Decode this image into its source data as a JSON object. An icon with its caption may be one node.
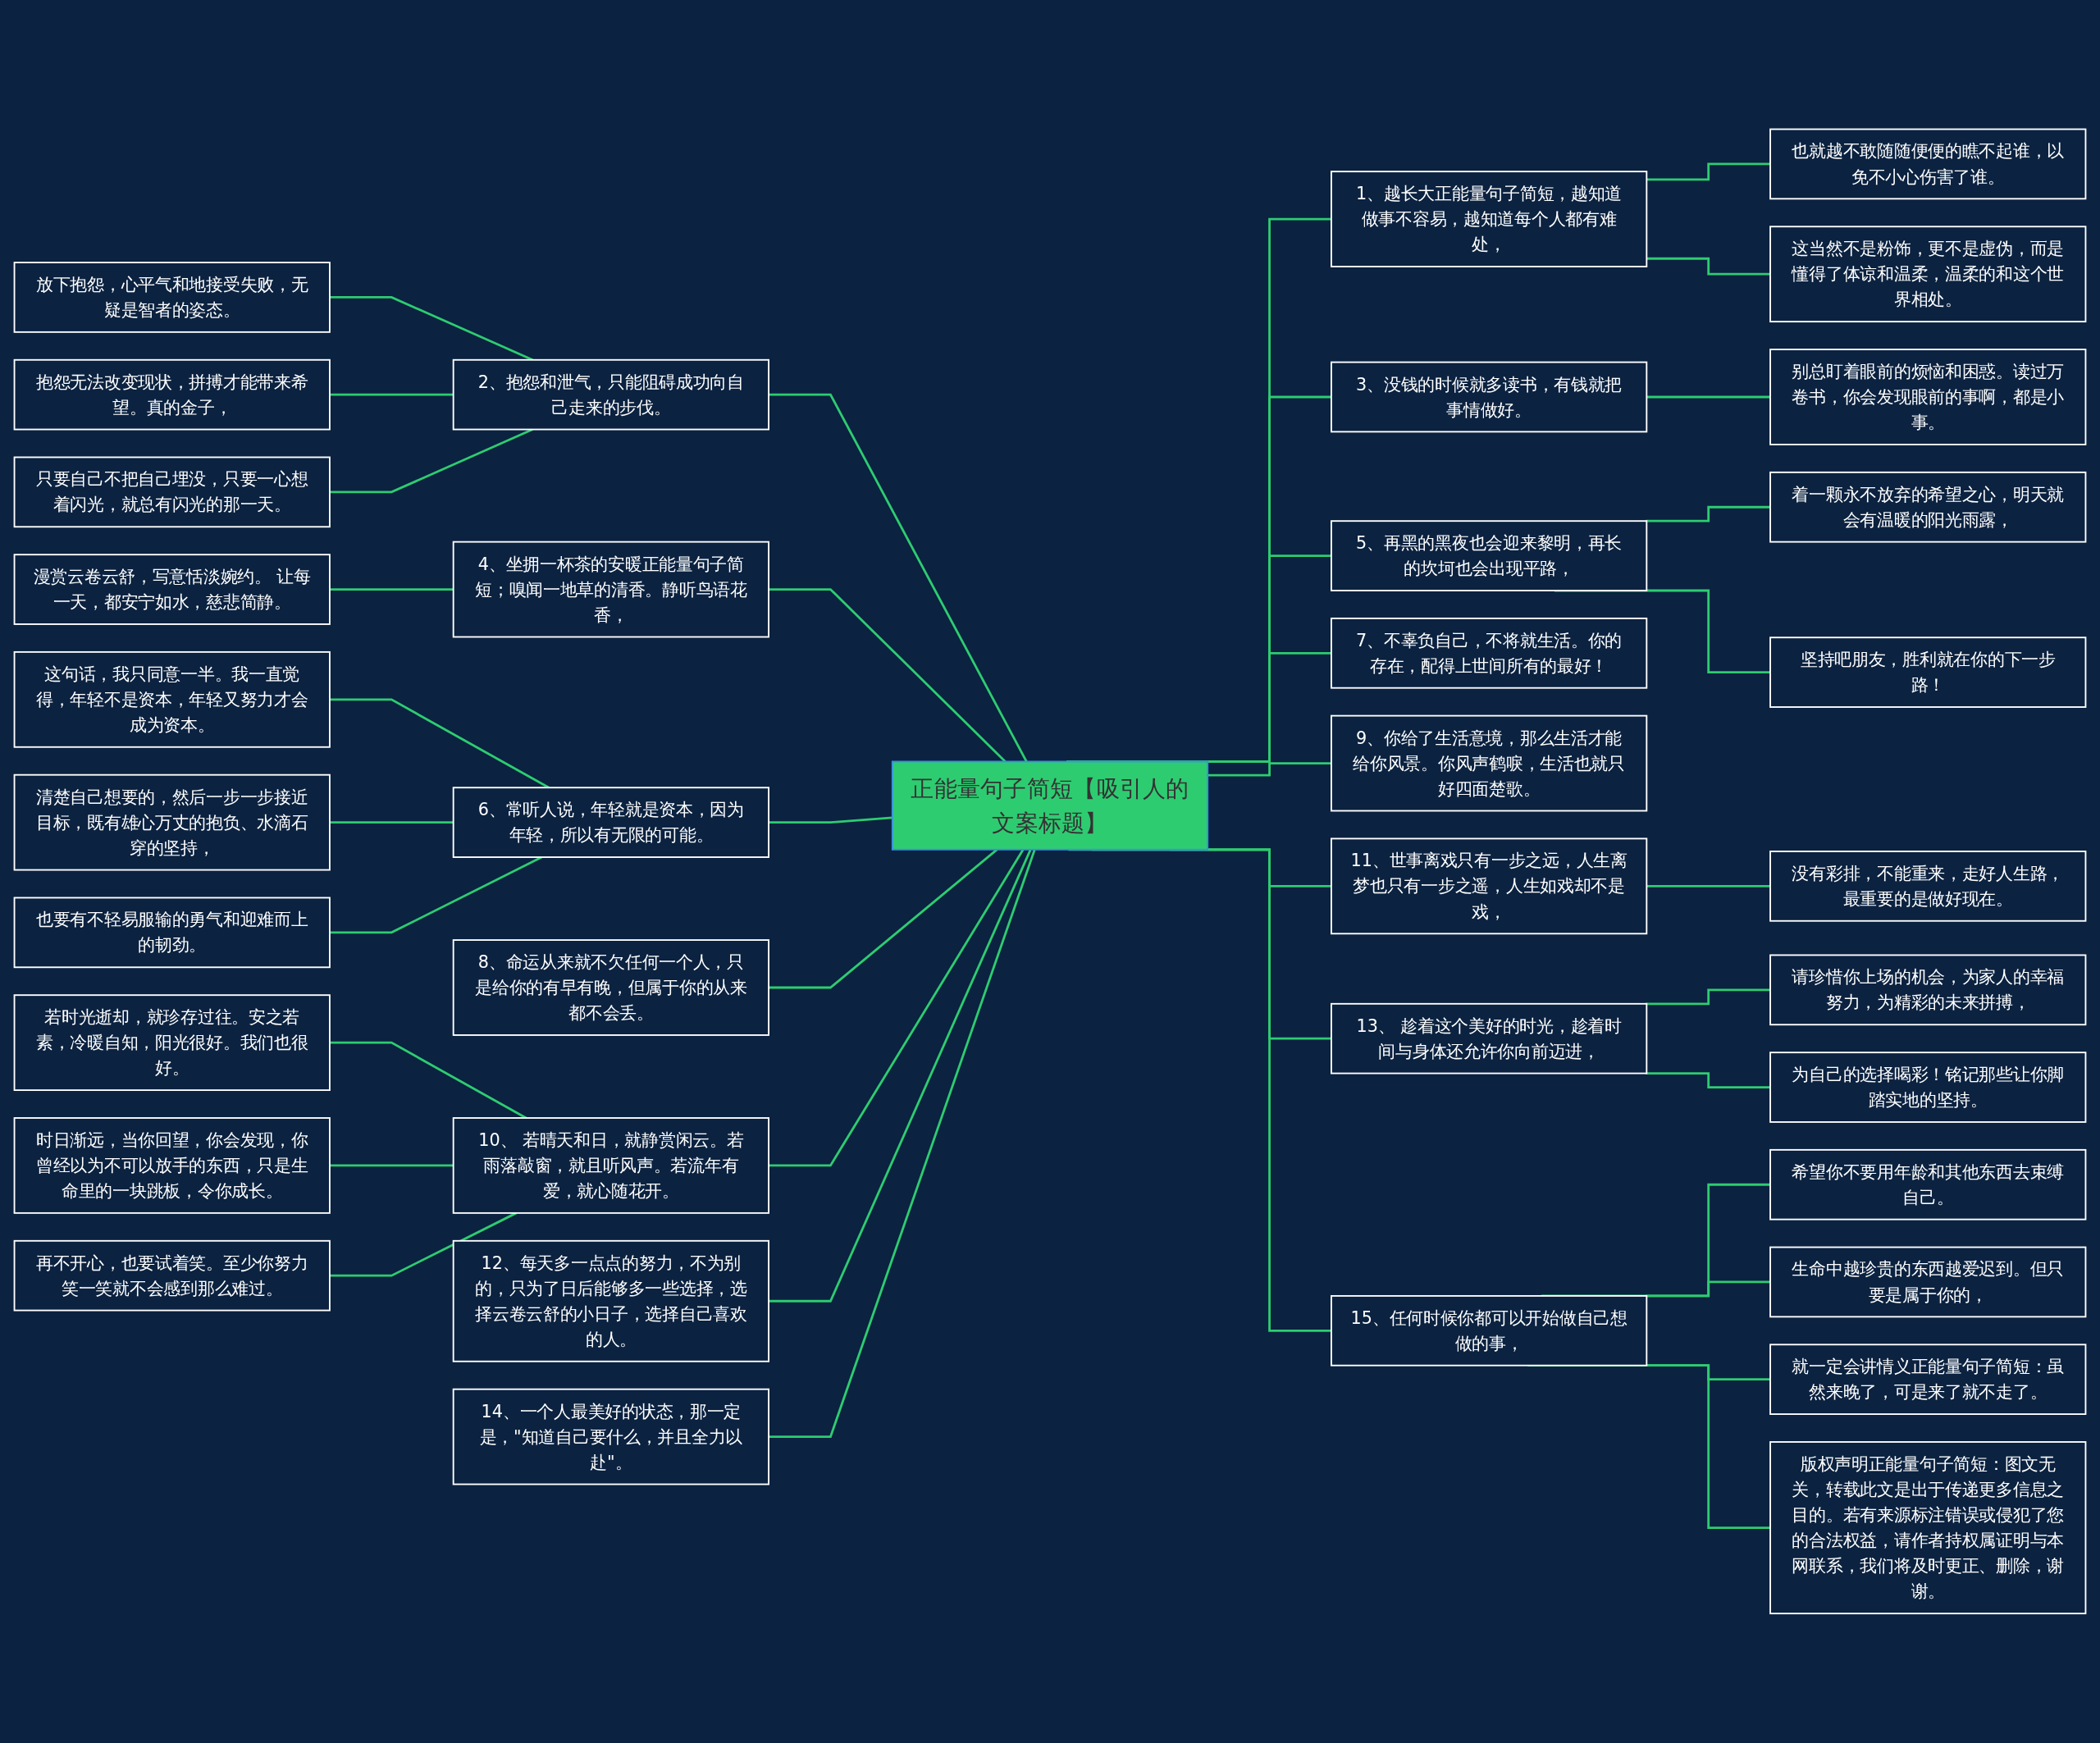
{
  "diagram": {
    "nodes": [
      {
        "text": [
          "正能量句子简短【吸引人的文案标题】"
        ]
      },
      {
        "text": [
          "2、抱怨和泄气，只能阻碍成功向自己走来的步伐。"
        ]
      },
      {
        "text": [
          "放下抱怨，心平气和地接受失败，无疑是智者的姿态。"
        ]
      },
      {
        "text": [
          "抱怨无法改变现状，拼搏才能带来希望。真的金子，"
        ]
      },
      {
        "text": [
          "只要自己不把自己埋没，只要一心想着闪光，就总有闪光的那一天。"
        ]
      },
      {
        "text": [
          "4、坐拥一杯茶的安暖正能量句子简短；嗅闻一地草的清香。静听鸟语花香，"
        ]
      },
      {
        "text": [
          "漫赏云卷云舒，写意恬淡婉约。 让每一天，都安宁如水，慈悲简静。"
        ]
      },
      {
        "text": [
          "6、常听人说，年轻就是资本，因为年轻，所以有无限的可能。"
        ]
      },
      {
        "text": [
          "这句话，我只同意一半。我一直觉得，年轻不是资本，年轻又努力才会成为资本。"
        ]
      },
      {
        "text": [
          "清楚自己想要的，然后一步一步接近目标，既有雄心万丈的抱负、水滴石穿的坚持，"
        ]
      },
      {
        "text": [
          "也要有不轻易服输的勇气和迎难而上的韧劲。"
        ]
      },
      {
        "text": [
          "8、命运从来就不欠任何一个人，只是给你的有早有晚，但属于你的从来都不会丢。"
        ]
      },
      {
        "text": [
          "10、 若晴天和日，就静赏闲云。若雨落敲窗，就且听风声。若流年有爱，就心随花开。"
        ]
      },
      {
        "text": [
          "若时光逝却，就珍存过往。安之若素，冷暖自知，阳光很好。我们也很好。"
        ]
      },
      {
        "text": [
          "时日渐远，当你回望，你会发现，你曾经以为不可以放手的东西，只是生命里的一块跳板，令你成长。"
        ]
      },
      {
        "text": [
          "再不开心，也要试着笑。至少你努力笑一笑就不会感到那么难过。"
        ]
      },
      {
        "text": [
          "12、每天多一点点的努力，不为别的，只为了日后能够多一些选择，选择云卷云舒的小日子，选择自己喜欢的人。"
        ]
      },
      {
        "text": [
          "14、一个人最美好的状态，那一定是，\"知道自己要什么，并且全力以赴\"。"
        ]
      },
      {
        "text": [
          "1、越长大正能量句子简短，越知道做事不容易，越知道每个人都有难处，"
        ]
      },
      {
        "text": [
          "也就越不敢随随便便的瞧不起谁，以免不小心伤害了谁。"
        ]
      },
      {
        "text": [
          "这当然不是粉饰，更不是虚伪，而是懂得了体谅和温柔，温柔的和这个世界相处。"
        ]
      },
      {
        "text": [
          "3、没钱的时候就多读书，有钱就把事情做好。"
        ]
      },
      {
        "text": [
          "别总盯着眼前的烦恼和困惑。读过万卷书，你会发现眼前的事啊，都是小事。"
        ]
      },
      {
        "text": [
          "5、再黑的黑夜也会迎来黎明，再长的坎坷也会出现平路，"
        ]
      },
      {
        "text": [
          "着一颗永不放弃的希望之心，明天就会有温暖的阳光雨露，"
        ]
      },
      {
        "text": [
          "坚持吧朋友，胜利就在你的下一步路！"
        ]
      },
      {
        "text": [
          "7、不辜负自己，不将就生活。你的存在，配得上世间所有的最好！"
        ]
      },
      {
        "text": [
          "9、你给了生活意境，那么生活才能给你风景。你风声鹤唳，生活也就只好四面楚歌。"
        ]
      },
      {
        "text": [
          "11、世事离戏只有一步之远，人生离梦也只有一步之遥，人生如戏却不是戏，"
        ]
      },
      {
        "text": [
          "没有彩排，不能重来，走好人生路，最重要的是做好现在。"
        ]
      },
      {
        "text": [
          "13、 趁着这个美好的时光，趁着时间与身体还允许你向前迈进，"
        ]
      },
      {
        "text": [
          "请珍惜你上场的机会，为家人的幸福努力，为精彩的未来拼搏，"
        ]
      },
      {
        "text": [
          "为自己的选择喝彩！铭记那些让你脚踏实地的坚持。"
        ]
      },
      {
        "text": [
          "15、任何时候你都可以开始做自己想做的事，"
        ]
      },
      {
        "text": [
          "希望你不要用年龄和其他东西去束缚自己。"
        ]
      },
      {
        "text": [
          "生命中越珍贵的东西越爱迟到。但只要是属于你的，"
        ]
      },
      {
        "text": [
          "就一定会讲情义正能量句子简短：虽然来晚了，可是来了就不走了。"
        ]
      },
      {
        "text": [
          "版权声明正能量句子简短：图文无关，转载此文是出于传递更多信息之目的。若有来源标注错误或侵犯了您的合法权益，请作者持权属证明与本网联系，我们将及时更正、删除，谢谢。"
        ]
      }
    ],
    "edges": [
      {
        "from": 0,
        "to": 1,
        "arrow": "none"
      },
      {
        "from": 1,
        "to": 2,
        "arrow": "none"
      },
      {
        "from": 1,
        "to": 3,
        "arrow": "none"
      },
      {
        "from": 1,
        "to": 4,
        "arrow": "none"
      },
      {
        "from": 0,
        "to": 5,
        "arrow": "none"
      },
      {
        "from": 5,
        "to": 6,
        "arrow": "none"
      },
      {
        "from": 0,
        "to": 7,
        "arrow": "none"
      },
      {
        "from": 7,
        "to": 8,
        "arrow": "none"
      },
      {
        "from": 7,
        "to": 9,
        "arrow": "none"
      },
      {
        "from": 7,
        "to": 10,
        "arrow": "none"
      },
      {
        "from": 0,
        "to": 11,
        "arrow": "none"
      },
      {
        "from": 0,
        "to": 12,
        "arrow": "none"
      },
      {
        "from": 12,
        "to": 13,
        "arrow": "none"
      },
      {
        "from": 12,
        "to": 14,
        "arrow": "none"
      },
      {
        "from": 12,
        "to": 15,
        "arrow": "none"
      },
      {
        "from": 0,
        "to": 16,
        "arrow": "none"
      },
      {
        "from": 0,
        "to": 17,
        "arrow": "none"
      },
      {
        "from": 0,
        "to": 18,
        "arrow": "none"
      },
      {
        "from": 18,
        "to": 19,
        "arrow": "none"
      },
      {
        "from": 18,
        "to": 20,
        "arrow": "none"
      },
      {
        "from": 0,
        "to": 21,
        "arrow": "none"
      },
      {
        "from": 21,
        "to": 22,
        "arrow": "none"
      },
      {
        "from": 0,
        "to": 23,
        "arrow": "none"
      },
      {
        "from": 23,
        "to": 24,
        "arrow": "none"
      },
      {
        "from": 23,
        "to": 25,
        "arrow": "none"
      },
      {
        "from": 0,
        "to": 26,
        "arrow": "none"
      },
      {
        "from": 0,
        "to": 27,
        "arrow": "none"
      },
      {
        "from": 0,
        "to": 28,
        "arrow": "none"
      },
      {
        "from": 28,
        "to": 29,
        "arrow": "none"
      },
      {
        "from": 0,
        "to": 30,
        "arrow": "none"
      },
      {
        "from": 30,
        "to": 31,
        "arrow": "none"
      },
      {
        "from": 30,
        "to": 32,
        "arrow": "none"
      },
      {
        "from": 0,
        "to": 33,
        "arrow": "none"
      },
      {
        "from": 33,
        "to": 34,
        "arrow": "none"
      },
      {
        "from": 33,
        "to": 35,
        "arrow": "none"
      },
      {
        "from": 33,
        "to": 36,
        "arrow": "none"
      },
      {
        "from": 33,
        "to": 37,
        "arrow": "none"
      }
    ]
  }
}
